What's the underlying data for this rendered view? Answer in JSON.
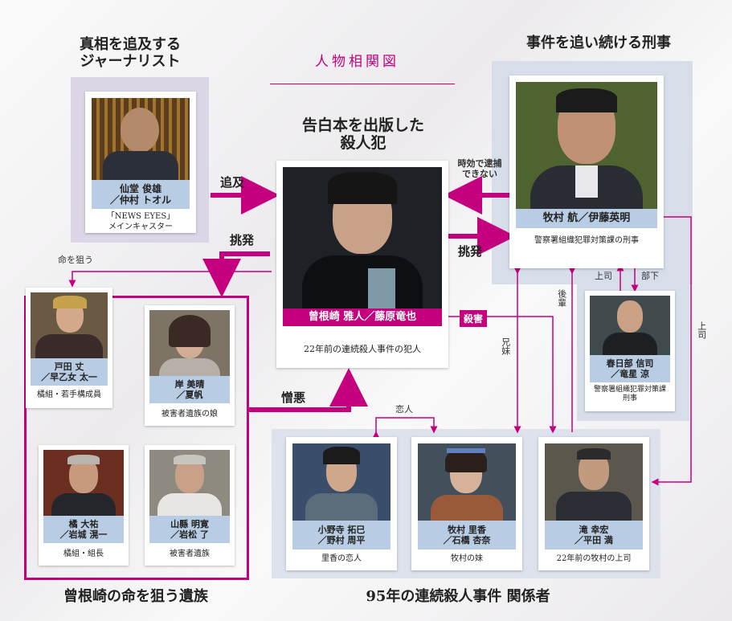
{
  "title": "人物相関図",
  "groups": {
    "journalist": "真相を追及する\nジャーナリスト",
    "detective": "事件を追い続ける刑事",
    "murderer": "告白本を出版した\n殺人犯",
    "family": "曾根崎の命を狙う遺族",
    "case95": "95年の連続殺人事件 関係者"
  },
  "people": {
    "sendo": {
      "name1": "仙堂 俊雄",
      "name2": "／仲村 トオル",
      "caption": "「NEWS EYES」\nメインキャスター"
    },
    "sonezaki": {
      "name": "曾根崎 雅人／藤原竜也",
      "caption": "22年前の連続殺人事件の犯人"
    },
    "makimura": {
      "name": "牧村 航／伊藤英明",
      "caption": "警察署組織犯罪対策課の刑事"
    },
    "kasukabe": {
      "name1": "春日部 信司",
      "name2": "／竜星 涼",
      "caption": "警察署組織犯罪対策課\n刑事"
    },
    "toda": {
      "name1": "戸田 丈",
      "name2": "／早乙女 太一",
      "caption": "橘組・若手構成員"
    },
    "kishi": {
      "name1": "岸 美晴",
      "name2": "／夏帆",
      "caption": "被害者遺族の娘"
    },
    "tachibana": {
      "name1": "橘 大祐",
      "name2": "／岩城 滉一",
      "caption": "橘組・組長"
    },
    "yamagata": {
      "name1": "山縣 明寛",
      "name2": "／岩松 了",
      "caption": "被害者遺族"
    },
    "onodera": {
      "name1": "小野寺 拓巳",
      "name2": "／野村 周平",
      "caption": "里香の恋人"
    },
    "rika": {
      "name1": "牧村 里香",
      "name2": "／石橋 杏奈",
      "caption": "牧村の妹"
    },
    "taki": {
      "name1": "滝 幸宏",
      "name2": "／平田 満",
      "caption": "22年前の牧村の上司"
    }
  },
  "relations": {
    "tsuikyu": "追及",
    "jiko": "時効で逮捕\nできない",
    "chohatsu_right": "挑発",
    "chohatsu_left": "挑発",
    "inochi": "命を狙う",
    "zoo": "憎悪",
    "satsugai": "殺害",
    "kyodai": "兄妹",
    "kohai": "後輩",
    "joshi": "上司",
    "buka": "部下",
    "joshi_right": "上司",
    "koibito": "恋人"
  },
  "colors": {
    "accent": "#c4007e",
    "namebar_blue": "#b8cce4",
    "panel_blue": "#d7deea",
    "panel_purple": "#ddd6e6"
  }
}
